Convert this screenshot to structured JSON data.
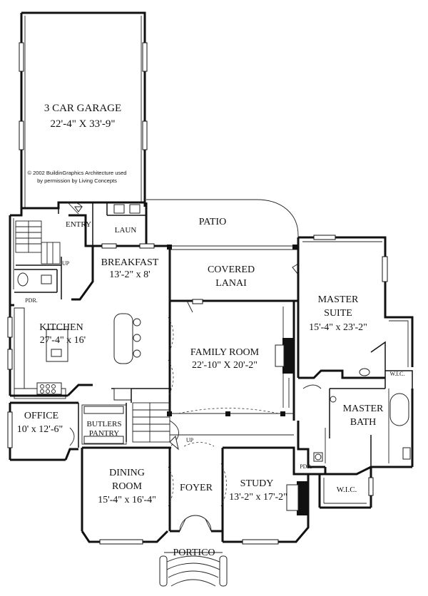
{
  "plan": {
    "rooms": {
      "garage": {
        "name": "3 CAR GARAGE",
        "dims": "22'-4\" X 33'-9\""
      },
      "patio": {
        "name": "PATIO"
      },
      "entry": {
        "name": "ENTRY"
      },
      "laun": {
        "name": "LAUN"
      },
      "up_stair": {
        "name": "UP"
      },
      "pdr_left": {
        "name": "PDR."
      },
      "breakfast": {
        "name": "BREAKFAST",
        "dims": "13'-2\" x 8'"
      },
      "covered_lanai": {
        "line1": "COVERED",
        "line2": "LANAI"
      },
      "kitchen": {
        "name": "KITCHEN",
        "dims": "27'-4\" x 16'"
      },
      "family_room": {
        "name": "FAMILY ROOM",
        "dims": "22'-10\" X 20'-2\""
      },
      "master_suite": {
        "line1": "MASTER",
        "line2": "SUITE",
        "dims": "15'-4\" x 23'-2\""
      },
      "wic_upper": {
        "name": "W.I.C."
      },
      "office": {
        "name": "OFFICE",
        "dims": "10' x 12'-6\""
      },
      "butlers_pantry": {
        "line1": "BUTLERS",
        "line2": "PANTRY"
      },
      "up_main": {
        "name": "UP"
      },
      "master_bath": {
        "line1": "MASTER",
        "line2": "BATH"
      },
      "dining_room": {
        "line1": "DINING",
        "line2": "ROOM",
        "dims": "15'-4\" x 16'-4\""
      },
      "foyer": {
        "name": "FOYER"
      },
      "study": {
        "name": "STUDY",
        "dims": "13'-2\" x 17'-2\""
      },
      "pdr_right": {
        "name": "PDR."
      },
      "wic_lower": {
        "name": "W.I.C."
      },
      "portico": {
        "name": "PORTICO"
      }
    },
    "credit": {
      "line1": "© 2002 BuildinGraphics Architecture used",
      "line2": "by permission by Living Concepts"
    }
  }
}
